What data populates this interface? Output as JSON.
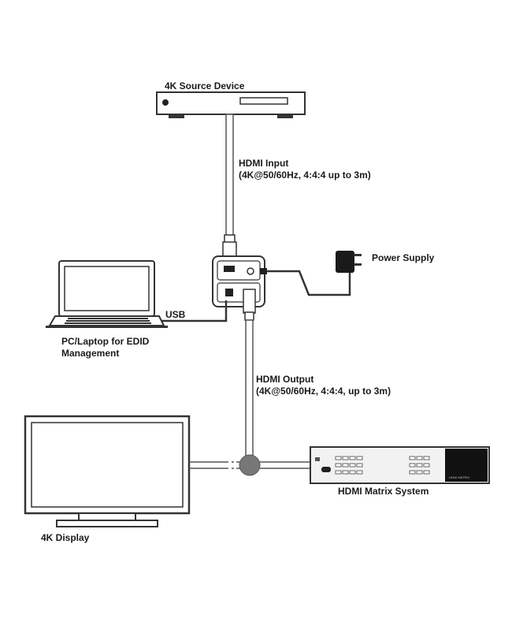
{
  "labels": {
    "source_device": "4K Source Device",
    "hdmi_input_title": "HDMI Input",
    "hdmi_input_spec": "(4K@50/60Hz, 4:4:4 up to 3m)",
    "power_supply": "Power Supply",
    "usb": "USB",
    "pc_line1": "PC/Laptop for EDID",
    "pc_line2": "Management",
    "hdmi_output_title": "HDMI Output",
    "hdmi_output_spec": "(4K@50/60Hz, 4:4:4, up to 3m)",
    "matrix_system": "HDMI Matrix System",
    "display": "4K Display"
  },
  "colors": {
    "cable": "#555555",
    "device_stroke": "#333333",
    "matrix_panel": "#111111",
    "junction": "#777777"
  },
  "icons": [
    "source-device-icon",
    "power-adapter-icon",
    "laptop-icon",
    "monitor-icon",
    "matrix-switcher-icon",
    "edid-emulator-icon"
  ]
}
